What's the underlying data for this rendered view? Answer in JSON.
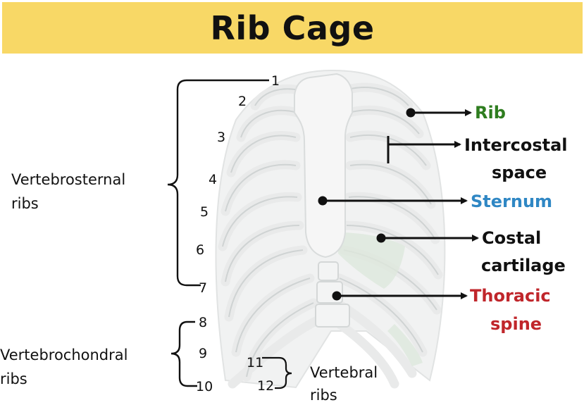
{
  "title": "Rib Cage",
  "rib_numbers": [
    "1",
    "2",
    "3",
    "4",
    "5",
    "6",
    "7",
    "8",
    "9",
    "10",
    "11",
    "12"
  ],
  "groups": {
    "vertebrosternal": [
      "Vertebrosternal",
      "ribs"
    ],
    "vertebrochondral": [
      "Vertebrochondral",
      "ribs"
    ],
    "vertebral": [
      "Vertebral",
      "ribs"
    ]
  },
  "labels": {
    "rib": "Rib",
    "intercostal": [
      "Intercostal",
      "space"
    ],
    "sternum": "Sternum",
    "costal": [
      "Costal",
      "cartilage"
    ],
    "thoracic": [
      "Thoracic",
      "spine"
    ]
  },
  "colors": {
    "title_bar": "#f8d866",
    "rib": "#2e7d1f",
    "sternum": "#2f87c4",
    "thoracic": "#c0262b",
    "text": "#111111"
  }
}
